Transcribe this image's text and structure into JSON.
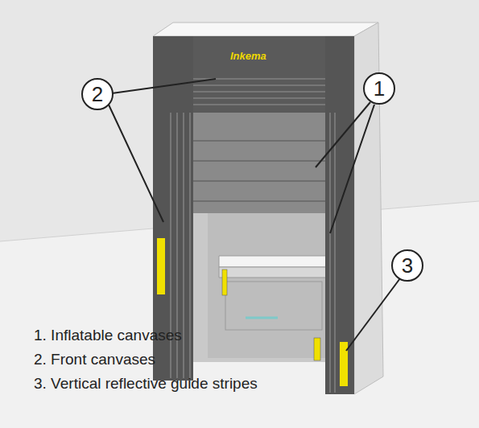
{
  "diagram": {
    "nodes": [
      {
        "text": [
          "2"
        ]
      },
      {
        "text": [
          "1"
        ]
      },
      {
        "text": [
          "3"
        ]
      }
    ],
    "labels": [
      "Inkema",
      "1. Inflatable canvases",
      "2. Front canvases",
      "3. Vertical reflective guide stripes"
    ]
  }
}
